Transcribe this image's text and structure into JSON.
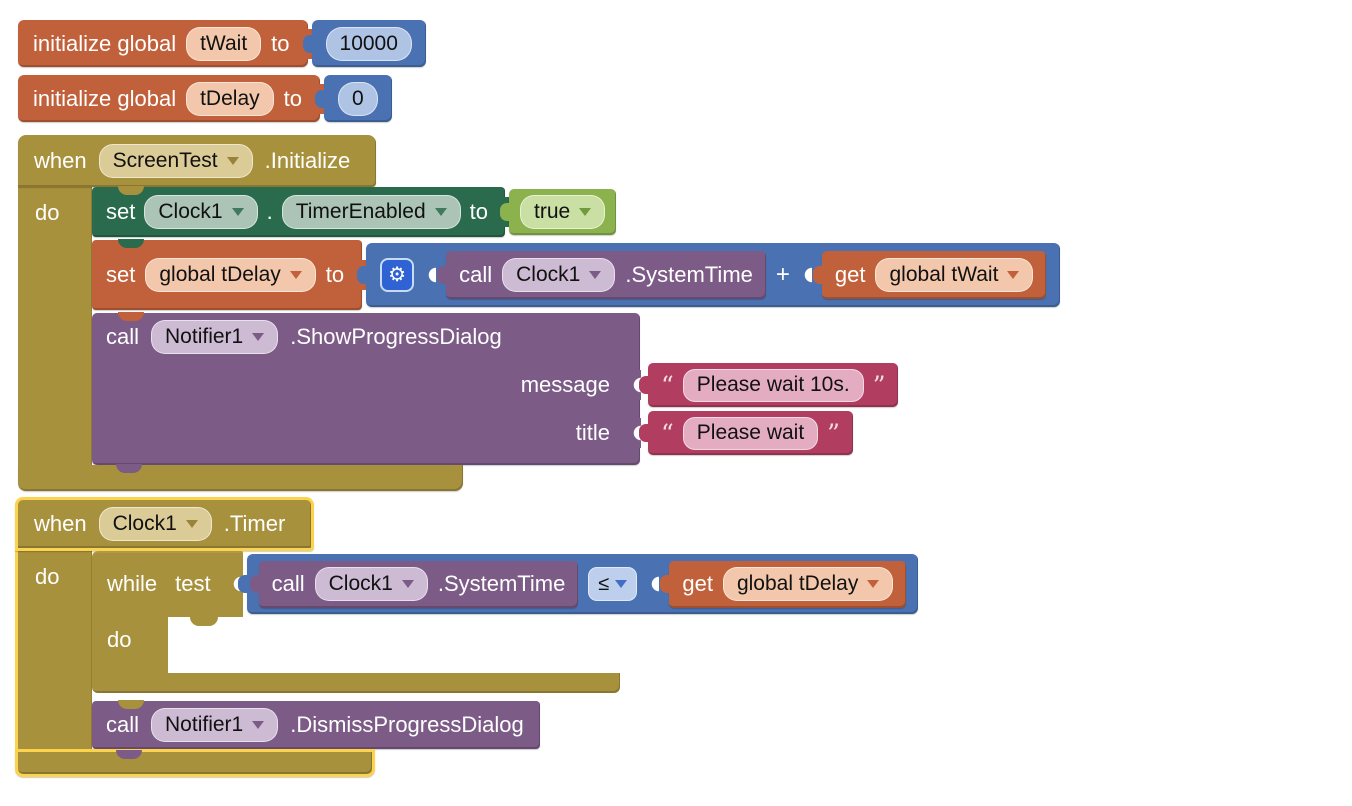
{
  "app": "App Inventor Blocks Editor",
  "kw": {
    "initialize_global": "initialize global",
    "to": "to",
    "when": "when",
    "do": "do",
    "set": "set",
    "call": "call",
    "get": "get",
    "while": "while",
    "test": "test",
    "dot": "."
  },
  "symbols": {
    "plus": "+",
    "leq": "≤",
    "open_quote": "“",
    "close_quote": "”",
    "gear": "⚙"
  },
  "colors": {
    "olive": "#A8913D",
    "olive_field": "#DBCB97",
    "orange": "#C1613B",
    "orange_field": "#F2C7AB",
    "blue": "#4A72B2",
    "blue_field": "#AFC4E4",
    "green_set": "#2A6B4D",
    "green_set_field": "#ABC4B5",
    "green_logic": "#8CB24E",
    "green_logic_field": "#C9DFA4",
    "purple": "#7C5B87",
    "purple_field": "#CDBBD4",
    "pink": "#B13D60",
    "pink_field": "#E4ACC1",
    "gear_blue": "#2F63D3",
    "select_yellow": "#FCD34D"
  },
  "globals": [
    {
      "name": "tWait",
      "value": "10000"
    },
    {
      "name": "tDelay",
      "value": "0"
    }
  ],
  "screen_init": {
    "component": "ScreenTest",
    "event": ".Initialize",
    "set_timer_enabled": {
      "component": "Clock1",
      "property": "TimerEnabled",
      "value": "true"
    },
    "set_tdelay": {
      "variable": "global tDelay",
      "expr": {
        "call_component": "Clock1",
        "call_method": ".SystemTime",
        "get_variable": "global tWait"
      }
    },
    "show_progress": {
      "component": "Notifier1",
      "method": ".ShowProgressDialog",
      "params": [
        {
          "label": "message",
          "value": "Please wait 10s."
        },
        {
          "label": "title",
          "value": "Please wait"
        }
      ]
    }
  },
  "clock_timer": {
    "component": "Clock1",
    "event": ".Timer",
    "while_loop": {
      "condition": {
        "call_component": "Clock1",
        "call_method": ".SystemTime",
        "op": "≤",
        "get_variable": "global tDelay"
      }
    },
    "dismiss": {
      "component": "Notifier1",
      "method": ".DismissProgressDialog"
    }
  }
}
